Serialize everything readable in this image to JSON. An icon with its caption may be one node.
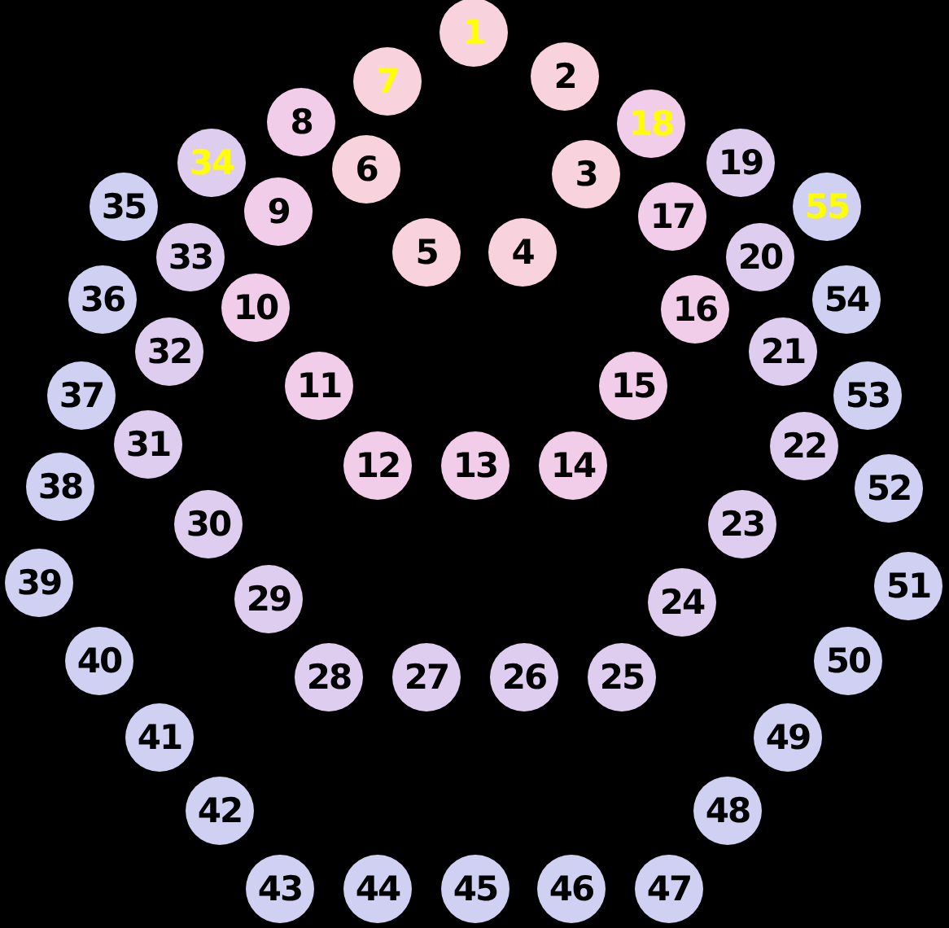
{
  "diagram": {
    "nodes": [
      {
        "text": [
          "1"
        ]
      },
      {
        "text": [
          "2"
        ]
      },
      {
        "text": [
          "3"
        ]
      },
      {
        "text": [
          "4"
        ]
      },
      {
        "text": [
          "5"
        ]
      },
      {
        "text": [
          "6"
        ]
      },
      {
        "text": [
          "7"
        ]
      },
      {
        "text": [
          "8"
        ]
      },
      {
        "text": [
          "9"
        ]
      },
      {
        "text": [
          "10"
        ]
      },
      {
        "text": [
          "11"
        ]
      },
      {
        "text": [
          "12"
        ]
      },
      {
        "text": [
          "13"
        ]
      },
      {
        "text": [
          "14"
        ]
      },
      {
        "text": [
          "15"
        ]
      },
      {
        "text": [
          "16"
        ]
      },
      {
        "text": [
          "17"
        ]
      },
      {
        "text": [
          "18"
        ]
      },
      {
        "text": [
          "19"
        ]
      },
      {
        "text": [
          "20"
        ]
      },
      {
        "text": [
          "21"
        ]
      },
      {
        "text": [
          "22"
        ]
      },
      {
        "text": [
          "23"
        ]
      },
      {
        "text": [
          "24"
        ]
      },
      {
        "text": [
          "25"
        ]
      },
      {
        "text": [
          "26"
        ]
      },
      {
        "text": [
          "27"
        ]
      },
      {
        "text": [
          "28"
        ]
      },
      {
        "text": [
          "29"
        ]
      },
      {
        "text": [
          "30"
        ]
      },
      {
        "text": [
          "31"
        ]
      },
      {
        "text": [
          "32"
        ]
      },
      {
        "text": [
          "33"
        ]
      },
      {
        "text": [
          "34"
        ]
      },
      {
        "text": [
          "35"
        ]
      },
      {
        "text": [
          "36"
        ]
      },
      {
        "text": [
          "37"
        ]
      },
      {
        "text": [
          "38"
        ]
      },
      {
        "text": [
          "39"
        ]
      },
      {
        "text": [
          "40"
        ]
      },
      {
        "text": [
          "41"
        ]
      },
      {
        "text": [
          "42"
        ]
      },
      {
        "text": [
          "43"
        ]
      },
      {
        "text": [
          "44"
        ]
      },
      {
        "text": [
          "45"
        ]
      },
      {
        "text": [
          "46"
        ]
      },
      {
        "text": [
          "47"
        ]
      },
      {
        "text": [
          "48"
        ]
      },
      {
        "text": [
          "49"
        ]
      },
      {
        "text": [
          "50"
        ]
      },
      {
        "text": [
          "51"
        ]
      },
      {
        "text": [
          "52"
        ]
      },
      {
        "text": [
          "53"
        ]
      },
      {
        "text": [
          "54"
        ]
      },
      {
        "text": [
          "55"
        ]
      }
    ]
  }
}
